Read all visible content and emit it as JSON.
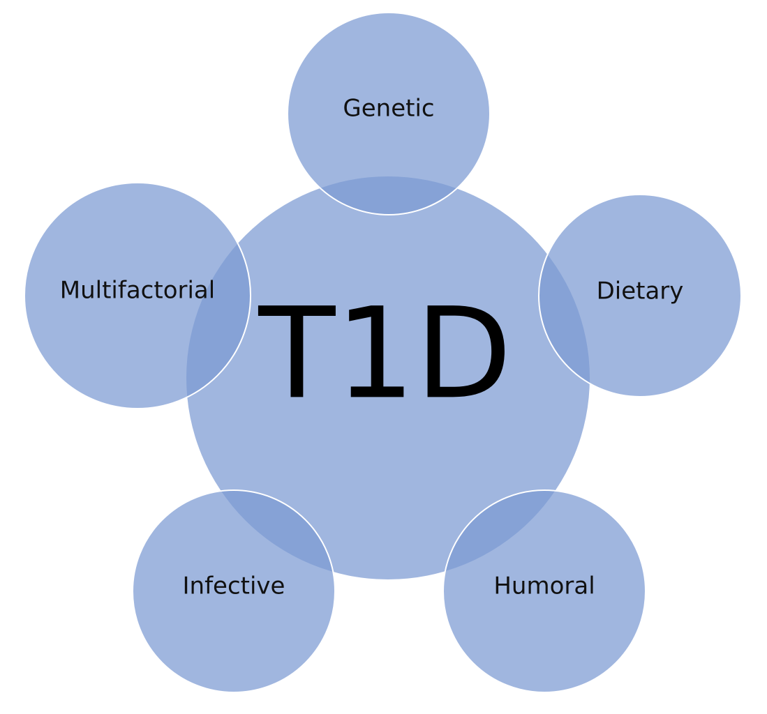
{
  "diagram": {
    "center": {
      "label": "T1D",
      "fill": "#7c9ad3"
    },
    "satellites": [
      {
        "label": "Genetic"
      },
      {
        "label": "Dietary"
      },
      {
        "label": "Humoral"
      },
      {
        "label": "Infective"
      },
      {
        "label": "Multifactorial"
      }
    ],
    "colors": {
      "circle_fill": "#7c9ad3",
      "circle_opacity": 0.72,
      "circle_stroke": "#ffffff",
      "background": "#ffffff"
    }
  }
}
